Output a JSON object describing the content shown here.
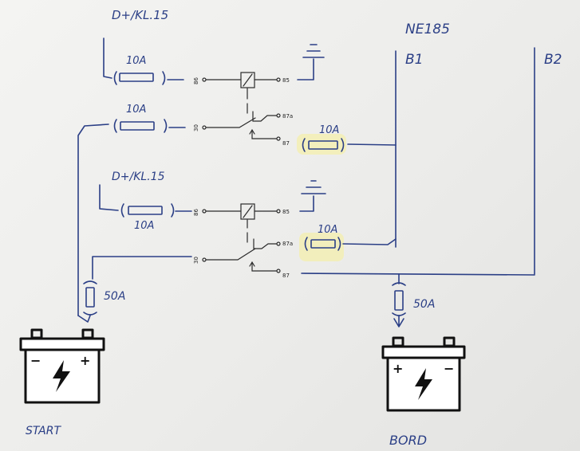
{
  "labels": {
    "d_kl15_top": "D+/KL.15",
    "d_kl15_mid": "D+/KL.15",
    "ne185": "NE185",
    "b1": "B1",
    "b2": "B2",
    "start": "START",
    "bord": "BORD"
  },
  "fuses": {
    "f1": "10A",
    "f2": "10A",
    "f3": "10A",
    "f4": "10A",
    "f5": "10A",
    "f6": "50A",
    "f7": "50A"
  },
  "relay1": {
    "p86": "86",
    "p85": "85",
    "p30": "30",
    "p87a": "87a",
    "p87": "87"
  },
  "relay2": {
    "p86": "86",
    "p85": "85",
    "p30": "30",
    "p87a": "87a",
    "p87": "87"
  },
  "colors": {
    "ink": "#2b3f86",
    "pencil": "#2b2b2b",
    "highlight": "#f3efb4",
    "paper": "#f0f0ee"
  }
}
